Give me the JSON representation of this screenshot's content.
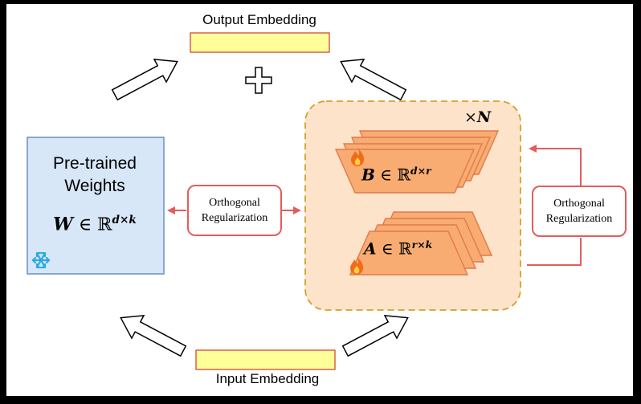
{
  "output_embedding": {
    "label": "Output Embedding"
  },
  "input_embedding": {
    "label": "Input Embedding"
  },
  "pretrained": {
    "title": "Pre-trained Weights",
    "math_var": "W",
    "math_rest": " ∈ ℝ",
    "math_sup": "d×k",
    "icon": "snowflake-icon"
  },
  "regularization_left": {
    "line1": "Orthogonal",
    "line2": "Regularization"
  },
  "regularization_right": {
    "line1": "Orthogonal",
    "line2": "Regularization"
  },
  "lora": {
    "repeat_prefix": "×",
    "repeat_var": "N",
    "b": {
      "var": "B",
      "rest": " ∈ ℝ",
      "sup": "d×r",
      "icon": "fire-icon"
    },
    "a": {
      "var": "A",
      "rest": " ∈ ℝ",
      "sup": "r×k",
      "icon": "fire-icon"
    }
  },
  "plus_icon": "plus-icon",
  "colors": {
    "embedding_fill": "#ffff99",
    "embedding_stroke": "#d9604f",
    "pretrained_fill": "#d7e7f8",
    "pretrained_stroke": "#6a8fc3",
    "lora_bg": "#fde3c9",
    "lora_border": "#d4a12a",
    "trapezoid_fill": "#f8ac72",
    "trapezoid_stroke": "#e07a4c",
    "arrow_red": "#e35d5d"
  }
}
